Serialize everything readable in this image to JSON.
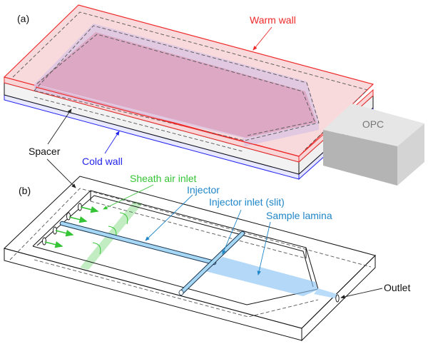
{
  "panel_a": {
    "label": "(a)",
    "warm_wall": "Warm wall",
    "spacer": "Spacer",
    "cold_wall": "Cold wall",
    "opc": "OPC"
  },
  "panel_b": {
    "label": "(b)",
    "sheath_air_inlet": "Sheath air inlet",
    "injector": "Injector",
    "injector_inlet": "Injector inlet (slit)",
    "sample_lamina": "Sample lamina",
    "outlet": "Outlet"
  },
  "colors": {
    "warm": "#ee2a2a",
    "cold": "#2323ee",
    "sheath": "#35c435",
    "injector": "#1f86c9"
  }
}
